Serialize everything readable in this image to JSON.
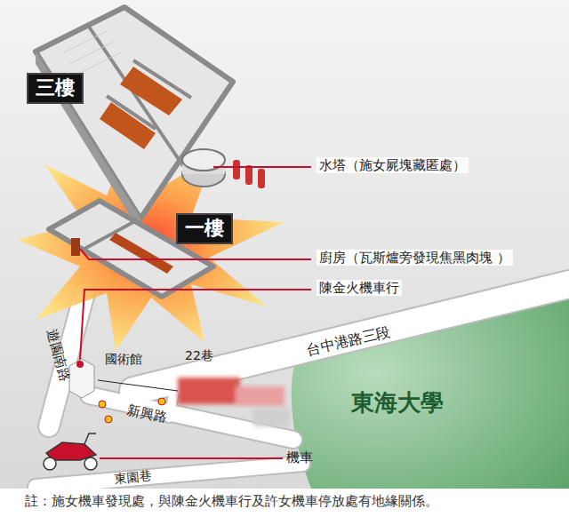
{
  "diagram": {
    "caption": "註：施女機車發現處，與陳金火機車行及許女機車停放處有地緣關係。",
    "nodes": [
      {
        "text": [
          "三樓"
        ]
      },
      {
        "text": [
          "一樓"
        ]
      }
    ],
    "labels": [
      "水塔（施女屍塊藏匿處）",
      "廚房（瓦斯爐旁發現焦黑肉塊 ）",
      "陳金火機車行",
      "台中港路三段",
      "22巷",
      "國術館",
      "新興路",
      "遊園南路",
      "東園巷",
      "機車",
      "東海大學"
    ]
  }
}
